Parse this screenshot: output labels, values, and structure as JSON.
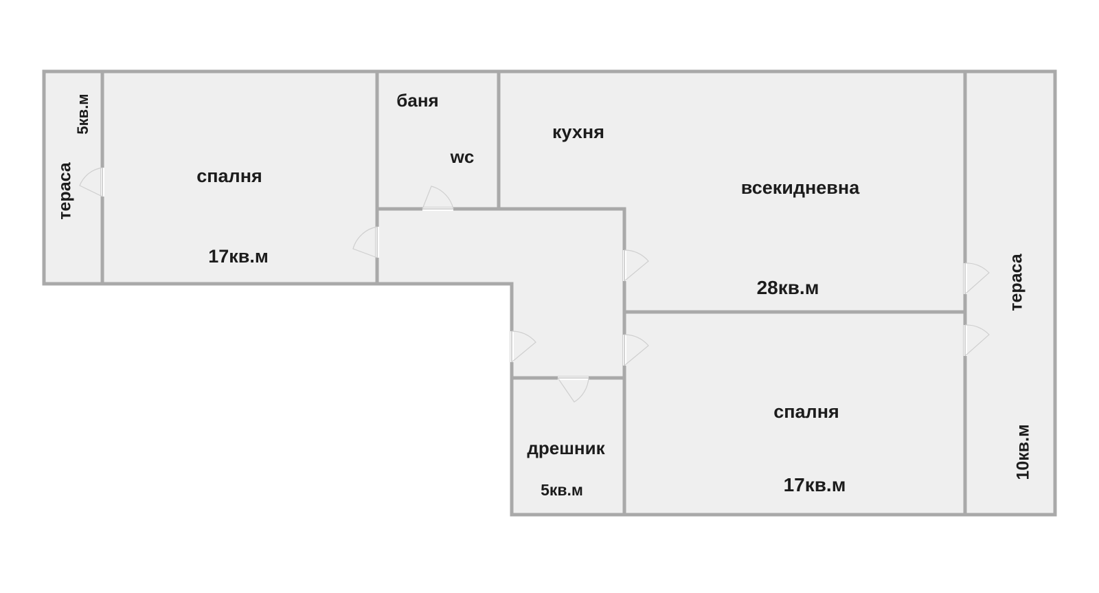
{
  "rooms": {
    "terrace_left": {
      "name": "тераса",
      "area": "5кв.м"
    },
    "bedroom_left": {
      "name": "спалня",
      "area": "17кв.м"
    },
    "bathroom": {
      "name": "баня",
      "wc": "wc"
    },
    "kitchen": {
      "name": "кухня"
    },
    "living_room": {
      "name": "всекидневна",
      "area": "28кв.м"
    },
    "terrace_right": {
      "name": "тераса",
      "area": "10кв.м"
    },
    "wardrobe": {
      "name": "дрешник",
      "area": "5кв.м"
    },
    "bedroom_right": {
      "name": "спалня",
      "area": "17кв.м"
    }
  },
  "colors": {
    "floor": "#efefef",
    "wall": "#a9a9a9",
    "text": "#1c1c1c"
  }
}
